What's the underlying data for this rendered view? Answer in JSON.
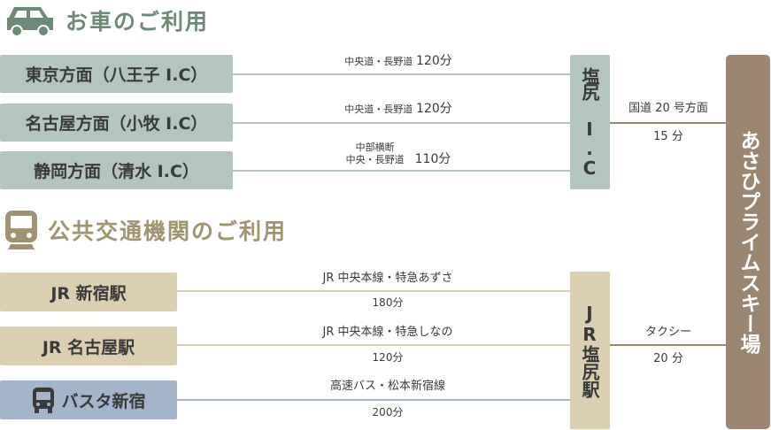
{
  "car": {
    "title": "お車のご利用",
    "origins": [
      {
        "label": "東京方面（八王子 I.C）",
        "route": "中央道・長野道",
        "time": "120分"
      },
      {
        "label": "名古屋方面（小牧 I.C）",
        "route": "中央道・長野道",
        "time": "120分"
      },
      {
        "label": "静岡方面（清水 I.C）",
        "route_line1": "中部横断",
        "route_line2": "中央・長野道",
        "time": "110分"
      }
    ],
    "hub": "塩尻 I.C",
    "hub_route": "国道 20 号方面",
    "hub_time": "15 分"
  },
  "public": {
    "title": "公共交通機関のご利用",
    "origins": [
      {
        "label": "JR 新宿駅",
        "route": "JR 中央本線・特急あずさ",
        "time": "180分"
      },
      {
        "label": "JR 名古屋駅",
        "route": "JR 中央本線・特急しなの",
        "time": "120分"
      },
      {
        "label": "バスタ新宿",
        "route": "高速バス・松本新宿線",
        "time": "200分"
      }
    ],
    "hub": "JR塩尻駅",
    "hub_route": "タクシー",
    "hub_time": "20 分"
  },
  "destination": "あさひプライムスキー場",
  "colors": {
    "car_header": "#6d8a77",
    "car_box": "#b3c5bd",
    "train_header": "#9f9470",
    "train_box": "#dacfb0",
    "bus_box": "#a3b4cb",
    "dest": "#9b8771"
  }
}
